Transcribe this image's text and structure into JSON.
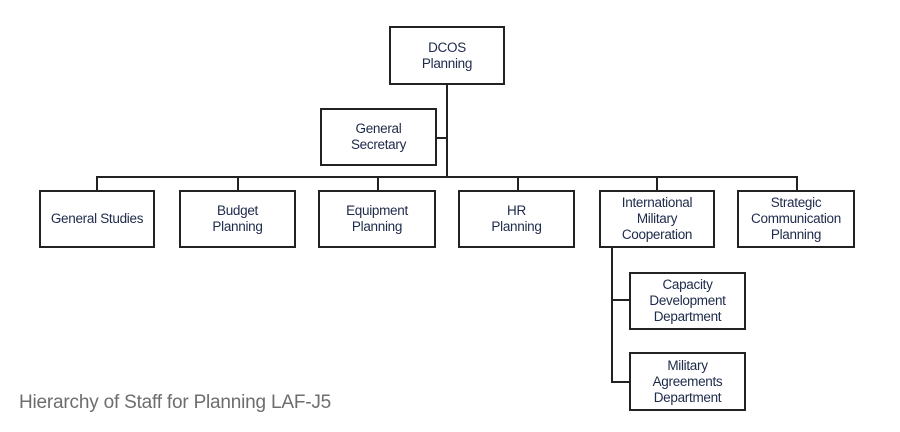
{
  "caption": "Hierarchy of Staff for Planning LAF-J5",
  "root": {
    "label": "DCOS Planning",
    "lines": [
      "DCOS",
      "Planning"
    ]
  },
  "staff": {
    "label": "General Secretary",
    "lines": [
      "General",
      "Secretary"
    ]
  },
  "departments": [
    {
      "label": "General Studies",
      "lines": [
        "General Studies"
      ]
    },
    {
      "label": "Budget Planning",
      "lines": [
        "Budget",
        "Planning"
      ]
    },
    {
      "label": "Equipment Planning",
      "lines": [
        "Equipment",
        "Planning"
      ]
    },
    {
      "label": "HR Planning",
      "lines": [
        "HR",
        "Planning"
      ]
    },
    {
      "label": "International Military Cooperation",
      "lines": [
        "International",
        "Military",
        "Cooperation"
      ]
    },
    {
      "label": "Strategic Communication Planning",
      "lines": [
        "Strategic",
        "Communication",
        "Planning"
      ]
    }
  ],
  "sub_departments": {
    "parent": "International Military Cooperation",
    "items": [
      {
        "label": "Capacity Development Department",
        "lines": [
          "Capacity",
          "Development",
          "Department"
        ]
      },
      {
        "label": "Military Agreements Department",
        "lines": [
          "Military",
          "Agreements",
          "Department"
        ]
      }
    ]
  },
  "colors": {
    "text": "#1d2a4a",
    "border": "#222222",
    "caption": "#6d6d6d"
  }
}
